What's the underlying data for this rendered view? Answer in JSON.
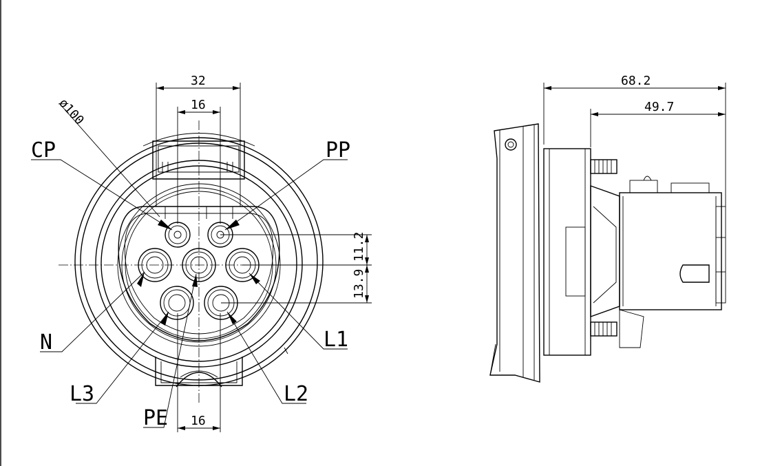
{
  "labels": {
    "cp": "CP",
    "pp": "PP",
    "n": "N",
    "l1": "L1",
    "l2": "L2",
    "l3": "L3",
    "pe": "PE"
  },
  "dimensions": {
    "diameter": "ø100",
    "width_outer": "32",
    "width_inner": "16",
    "width_bottom": "16",
    "height_upper": "11.2",
    "height_lower": "13.9",
    "depth_total": "68.2",
    "depth_body": "49.7"
  }
}
